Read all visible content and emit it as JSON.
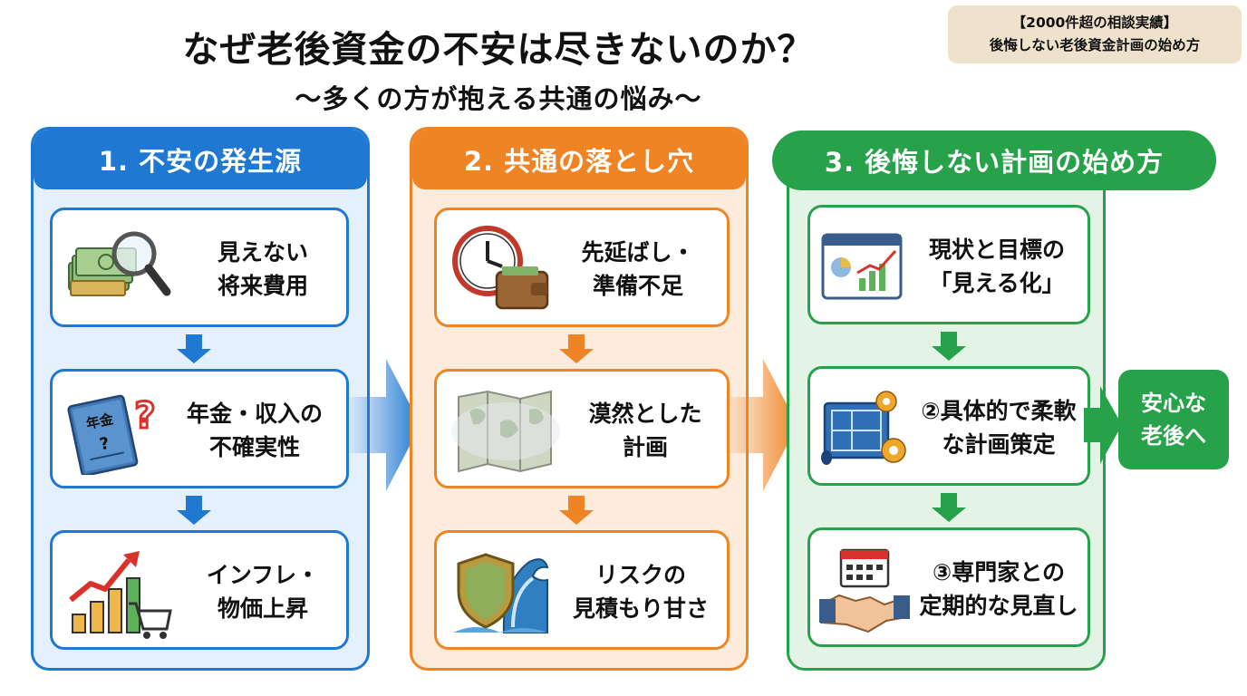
{
  "header": {
    "title": "なぜ老後資金の不安は尽きないのか？",
    "subtitle": "〜多くの方が抱える共通の悩み〜",
    "badge_line1": "【2000件超の相談実績】",
    "badge_line2": "後悔しない老後資金計画の始め方"
  },
  "columns": [
    {
      "heading": "1. 不安の発生源",
      "color": "#1f78d1",
      "cards": [
        {
          "line1": "見えない",
          "line2": "将来費用",
          "icon": "money-magnifier-icon"
        },
        {
          "line1": "年金・収入の",
          "line2": "不確実性",
          "icon": "pension-book-question-icon",
          "icon_text": "年金"
        },
        {
          "line1": "インフレ・",
          "line2": "物価上昇",
          "icon": "inflation-cart-icon"
        }
      ]
    },
    {
      "heading": "2. 共通の落とし穴",
      "color": "#ef8424",
      "cards": [
        {
          "line1": "先延ばし・",
          "line2": "準備不足",
          "icon": "clock-wallet-icon"
        },
        {
          "line1": "漠然とした",
          "line2": "計画",
          "icon": "foggy-map-icon"
        },
        {
          "line1": "リスクの",
          "line2": "見積もり甘さ",
          "icon": "shield-wave-icon"
        }
      ]
    },
    {
      "heading": "3. 後悔しない計画の始め方",
      "color": "#27a24b",
      "cards": [
        {
          "line1": "現状と目標の",
          "line2": "「見える化」",
          "icon": "dashboard-chart-icon"
        },
        {
          "line1": "②具体的で柔軟",
          "line2": "な計画策定",
          "icon": "blueprint-gears-icon"
        },
        {
          "line1": "③専門家との",
          "line2": "定期的な見直し",
          "icon": "calendar-handshake-icon"
        }
      ]
    }
  ],
  "outcome": {
    "line1": "安心な",
    "line2": "老後へ"
  }
}
